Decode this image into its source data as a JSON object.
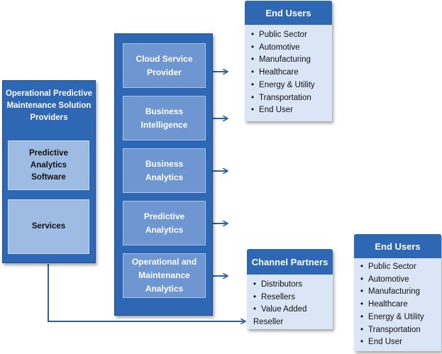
{
  "providers": {
    "title": "Operational Predictive Maintenance Solution Providers",
    "boxes": [
      "Predictive Analytics Software",
      "Services"
    ]
  },
  "segments": [
    "Cloud Service Provider",
    "Business Intelligence",
    "Business Analytics",
    "Predictive Analytics",
    "Operational and Maintenance Analytics"
  ],
  "end_users_top": {
    "title": "End Users",
    "items": [
      "Public Sector",
      "Automotive",
      "Manufacturing",
      "Healthcare",
      "Energy & Utility",
      "Transportation",
      "End User"
    ]
  },
  "channel_partners": {
    "title": "Channel Partners",
    "items": [
      "Distributors",
      "Resellers",
      "Value Added Reseller"
    ]
  },
  "end_users_bottom": {
    "title": "End Users",
    "items": [
      "Public Sector",
      "Automotive",
      "Manufacturing",
      "Healthcare",
      "Energy & Utility",
      "Transportation",
      "End User"
    ]
  },
  "colors": {
    "dark_blue": "#2e67b3",
    "medium_blue": "#6e97d2",
    "light_blue": "#9dbbe3",
    "card_bg": "#dae5f5",
    "arrow": "#2e5f9f"
  }
}
